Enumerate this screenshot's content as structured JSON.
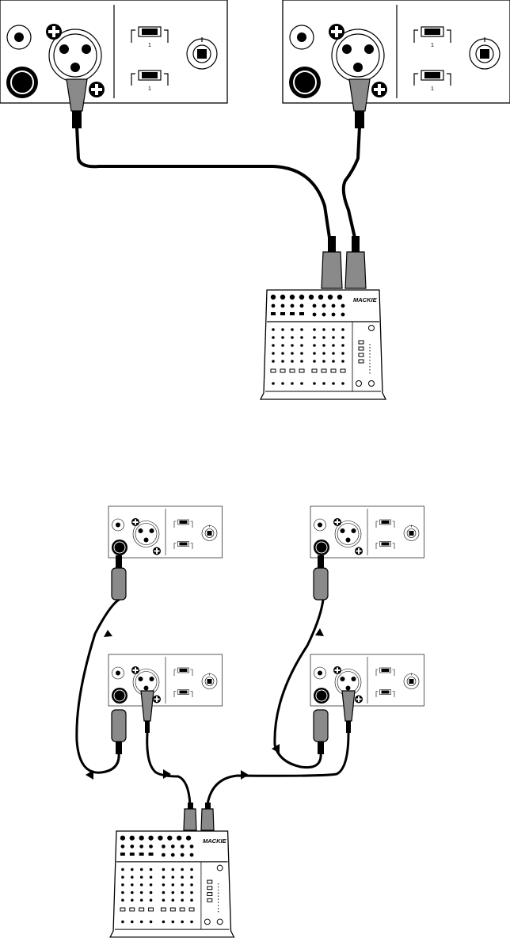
{
  "mixer": {
    "brand": "MACKIE"
  },
  "unit": {
    "switch_mark": "1"
  },
  "signal_flow": {
    "upper_setup": "two unit XLR outputs cabled into the mixer inputs",
    "lower_setup": "units chained by 1/4-inch cables, front units cabled into the mixer"
  },
  "icons": [
    "xlr-connector-icon",
    "quarter-inch-jack-icon",
    "balance-switch-icon",
    "level-knob-icon",
    "ground-lift-icon",
    "arrow-icon"
  ]
}
